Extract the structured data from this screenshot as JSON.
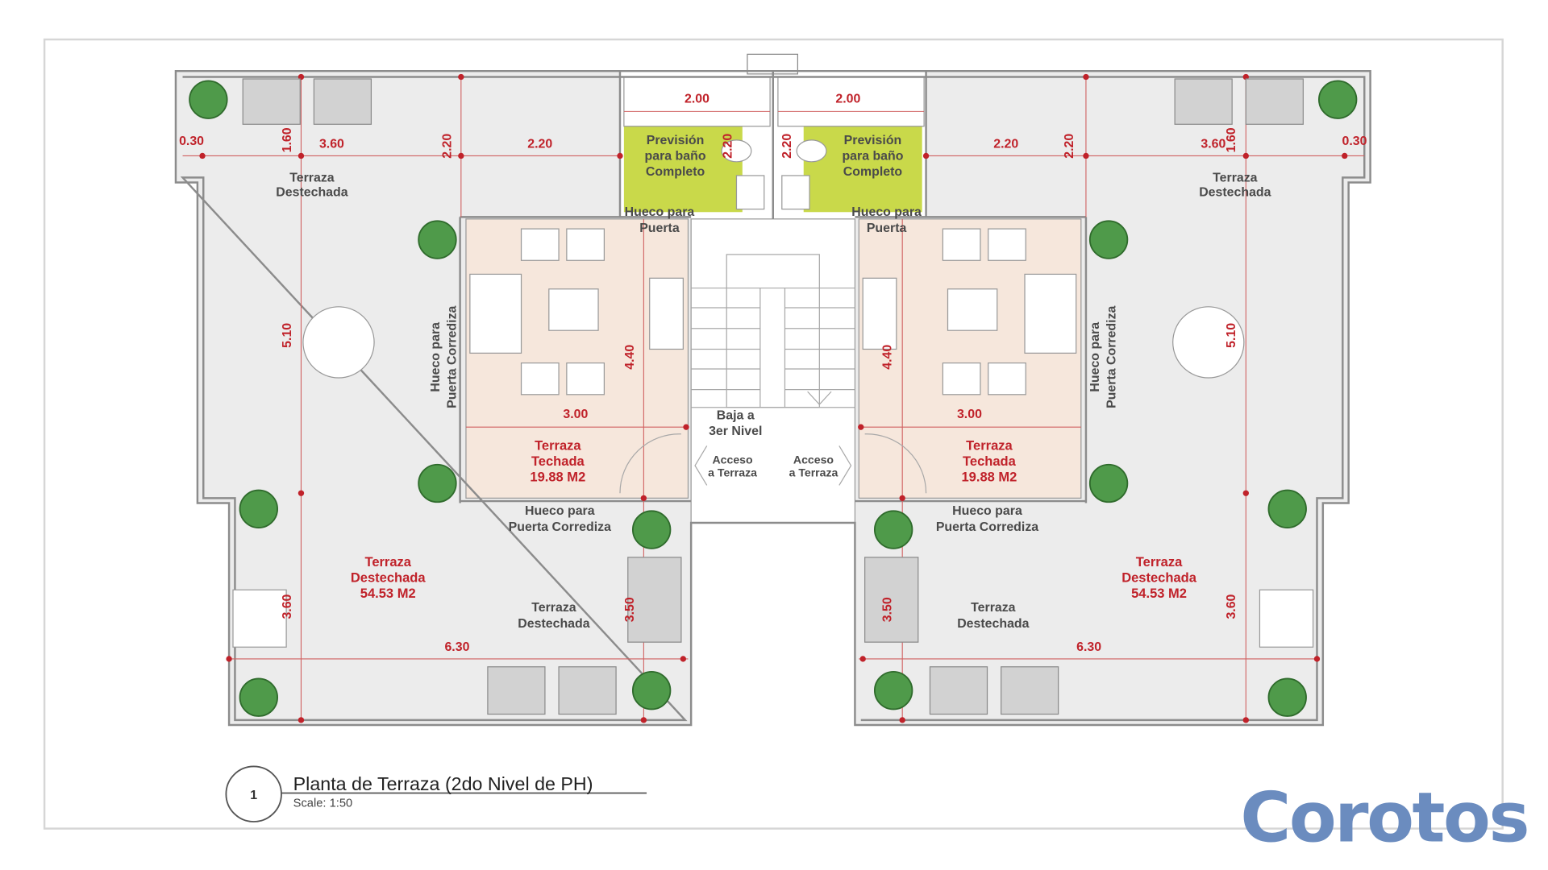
{
  "plan": {
    "title": "Planta de Terraza (2do Nivel de PH)",
    "scale": "Scale: 1:50",
    "callout_number": "1"
  },
  "logo": "Corotos",
  "dims": [
    "2.00",
    "2.00",
    "0.30",
    "1.60",
    "3.60",
    "2.20",
    "2.20",
    "2.20",
    "2.20",
    "2.20",
    "2.20",
    "3.60",
    "1.60",
    "0.30",
    "5.10",
    "4.40",
    "3.00",
    "4.40",
    "3.00",
    "5.10",
    "3.60",
    "6.30",
    "3.50",
    "3.50",
    "6.30",
    "3.60"
  ],
  "labels": {
    "terraza": "Terraza",
    "destechada": "Destechada",
    "prevision": [
      "Previsión",
      "para baño",
      "Completo"
    ],
    "hueco_puerta": [
      "Hueco para",
      "Puerta"
    ],
    "hueco_corrediza": [
      "Hueco para",
      "Puerta Corrediza"
    ],
    "techada": [
      "Terraza",
      "Techada",
      "19.88 M2"
    ],
    "destechada_area": [
      "Terraza",
      "Destechada",
      "54.53 M2"
    ],
    "baja": [
      "Baja a",
      "3er Nivel"
    ],
    "acceso": [
      "Acceso",
      "a Terraza"
    ]
  },
  "colors": {
    "dimension": "#c0222a",
    "bath": "#c9d94a",
    "covered": "#f6e7dc",
    "floor": "#ececec",
    "logo": "#6b8cbf"
  }
}
